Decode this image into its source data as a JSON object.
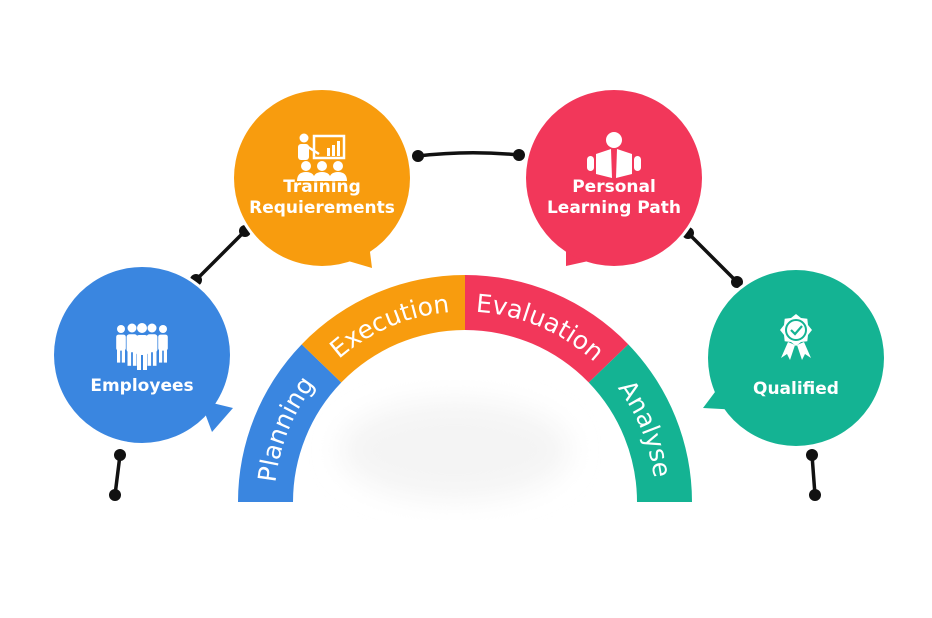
{
  "colors": {
    "blue": "#3a86e0",
    "orange": "#f89c0e",
    "red": "#f2375a",
    "teal": "#14b393",
    "connector": "#111111",
    "text": "#ffffff"
  },
  "nodes": [
    {
      "id": "employees",
      "lines": [
        "Employees"
      ],
      "icon": "employees-group-icon",
      "color": "blue"
    },
    {
      "id": "training",
      "lines": [
        "Training",
        "Requierements"
      ],
      "icon": "trainer-presentation-icon",
      "color": "orange"
    },
    {
      "id": "personal",
      "lines": [
        "Personal",
        "Learning Path"
      ],
      "icon": "reader-book-icon",
      "color": "red"
    },
    {
      "id": "qualified",
      "lines": [
        "Qualified"
      ],
      "icon": "award-badge-check-icon",
      "color": "teal"
    }
  ],
  "arc_segments": [
    {
      "label": "Planning",
      "color": "blue"
    },
    {
      "label": "Execution",
      "color": "orange"
    },
    {
      "label": "Evaluation",
      "color": "red"
    },
    {
      "label": "Analyse",
      "color": "teal"
    }
  ]
}
